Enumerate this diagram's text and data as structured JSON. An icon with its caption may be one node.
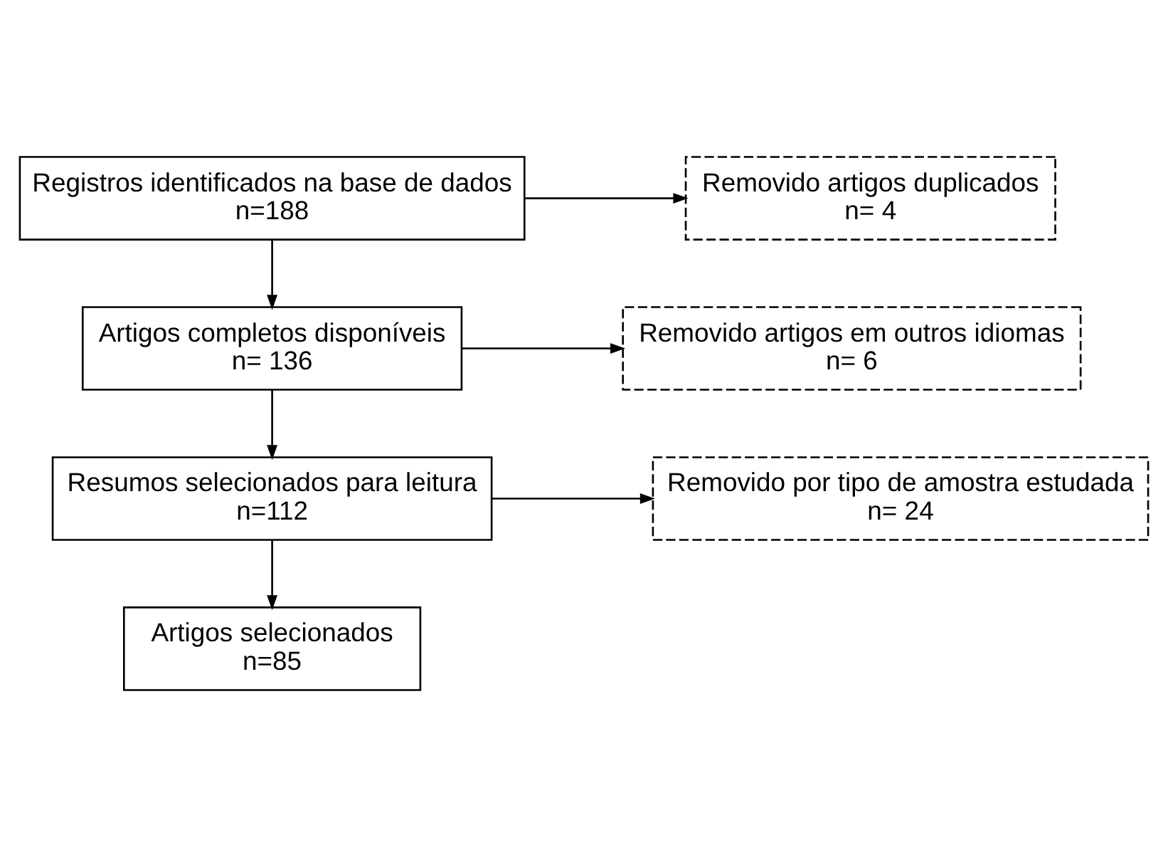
{
  "diagram": {
    "nodes": [
      {
        "text": [
          "Registros identificados na base de dados",
          "n=188"
        ]
      },
      {
        "text": [
          "Removido artigos duplicados",
          "n= 4"
        ]
      },
      {
        "text": [
          "Artigos completos disponíveis",
          "n= 136"
        ]
      },
      {
        "text": [
          "Removido artigos em outros idiomas",
          "n= 6"
        ]
      },
      {
        "text": [
          "Resumos selecionados para leitura",
          "n=112"
        ]
      },
      {
        "text": [
          "Removido por tipo de amostra estudada",
          "n= 24"
        ]
      },
      {
        "text": [
          "Artigos selecionados",
          "n=85"
        ]
      }
    ],
    "edges": [
      {
        "from": 0,
        "to": 1,
        "arrow": "to"
      },
      {
        "from": 0,
        "to": 2,
        "arrow": "to"
      },
      {
        "from": 2,
        "to": 3,
        "arrow": "to"
      },
      {
        "from": 2,
        "to": 4,
        "arrow": "to"
      },
      {
        "from": 4,
        "to": 5,
        "arrow": "to"
      },
      {
        "from": 4,
        "to": 6,
        "arrow": "to"
      }
    ]
  }
}
